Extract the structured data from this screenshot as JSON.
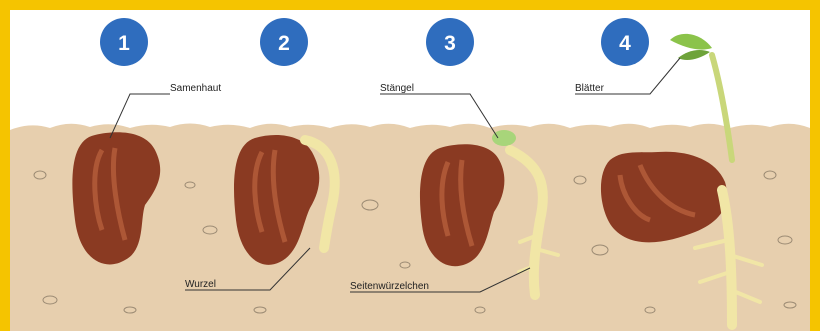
{
  "colors": {
    "border": "#f5c400",
    "soil": "#e7cfae",
    "step_circle": "#2f6dbe",
    "seed": "#8a3a22",
    "root": "#f1e6a6",
    "leaf": "#8bc34a"
  },
  "steps": [
    {
      "number": "1"
    },
    {
      "number": "2"
    },
    {
      "number": "3"
    },
    {
      "number": "4"
    }
  ],
  "labels": {
    "samenhaut": "Samenhaut",
    "wurzel": "Wurzel",
    "staengel": "Stängel",
    "seitenwurzelchen": "Seitenwürzelchen",
    "blaetter": "Blätter"
  }
}
